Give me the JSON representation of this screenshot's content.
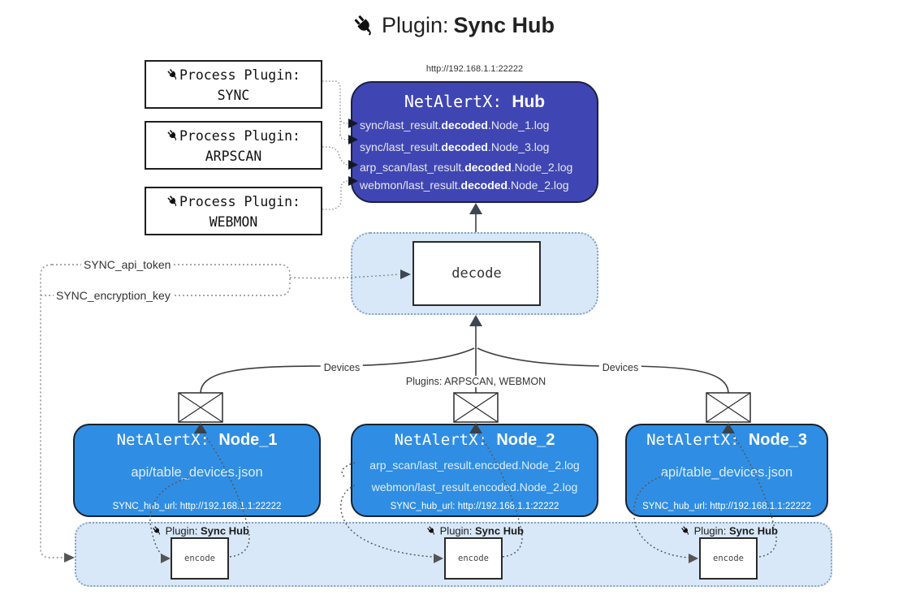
{
  "title": {
    "pre": "Plugin: ",
    "bold": "Sync Hub"
  },
  "hub": {
    "url": "http://192.168.1.1:22222",
    "title_mono": "NetAlertX: ",
    "title_bold": "Hub",
    "lines": [
      {
        "pre": "sync/last_result.",
        "bold": "decoded",
        "post": ".Node_1.log"
      },
      {
        "pre": "sync/last_result.",
        "bold": "decoded",
        "post": ".Node_3.log"
      },
      {
        "pre": "arp_scan/last_result.",
        "bold": "decoded",
        "post": ".Node_2.log"
      },
      {
        "pre": "webmon/last_result.",
        "bold": "decoded",
        "post": ".Node_2.log"
      }
    ]
  },
  "process_plugins": [
    {
      "label": "Process Plugin:",
      "name": "SYNC"
    },
    {
      "label": "Process Plugin:",
      "name": "ARPSCAN"
    },
    {
      "label": "Process Plugin:",
      "name": "WEBMON"
    }
  ],
  "decode": {
    "box_label": "decode"
  },
  "config_labels": {
    "api_token": "SYNC_api_token",
    "encryption_key": "SYNC_encryption_key"
  },
  "edges": {
    "devices_left": "Devices",
    "plugins_center": "Plugins: ARPSCAN, WEBMON",
    "devices_right": "Devices"
  },
  "nodes": [
    {
      "title_mono": "NetAlertX: ",
      "title_bold": "Node_1",
      "line1": "api/table_devices.json",
      "hub_url": "SYNC_hub_url: http://192.168.1.1:22222"
    },
    {
      "title_mono": "NetAlertX: ",
      "title_bold": "Node_2",
      "line1": "arp_scan/last_result.encoded.Node_2.log",
      "line2": "webmon/last_result.encoded.Node_2.log",
      "hub_url": "SYNC_hub_url: http://192.168.1.1:22222"
    },
    {
      "title_mono": "NetAlertX: ",
      "title_bold": "Node_3",
      "line1": "api/table_devices.json",
      "hub_url": "SYNC_hub_url: http://192.168.1.1:22222"
    }
  ],
  "encoders": {
    "box_label": "encode",
    "plugin_pre": "Plugin: ",
    "plugin_bold": "Sync Hub"
  },
  "colors": {
    "hub_fill": "#3f46b4",
    "node_fill": "#2f8ee4",
    "zone_fill": "#d8e8f9",
    "arrow_dark": "#3c4754",
    "line": "#3f3f3f"
  }
}
